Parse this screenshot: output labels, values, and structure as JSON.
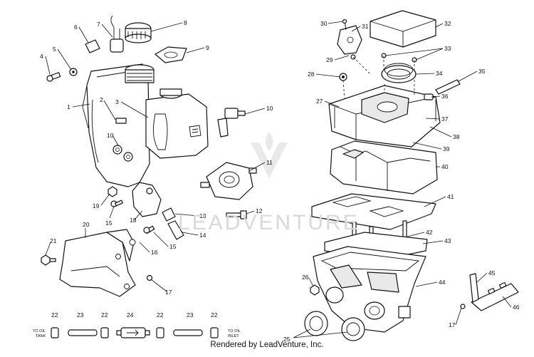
{
  "watermark": "LEADVENTURE",
  "credit": "Rendered by LeadVenture, Inc.",
  "callouts": [
    "1",
    "2",
    "3",
    "4",
    "5",
    "6",
    "7",
    "8",
    "9",
    "10",
    "10",
    "11",
    "12",
    "13",
    "14",
    "15",
    "15",
    "16",
    "17",
    "17",
    "18",
    "19",
    "20",
    "21",
    "22",
    "22",
    "22",
    "22",
    "23",
    "23",
    "24",
    "25",
    "26",
    "27",
    "28",
    "29",
    "30",
    "31",
    "32",
    "33",
    "34",
    "35",
    "36",
    "37",
    "38",
    "39",
    "40",
    "41",
    "42",
    "43",
    "44",
    "45",
    "46"
  ],
  "hose_labels": {
    "to_oil": "TO OIL",
    "tank": "TANK",
    "to_oil_right": "TO OIL",
    "inlet": "INLET"
  }
}
